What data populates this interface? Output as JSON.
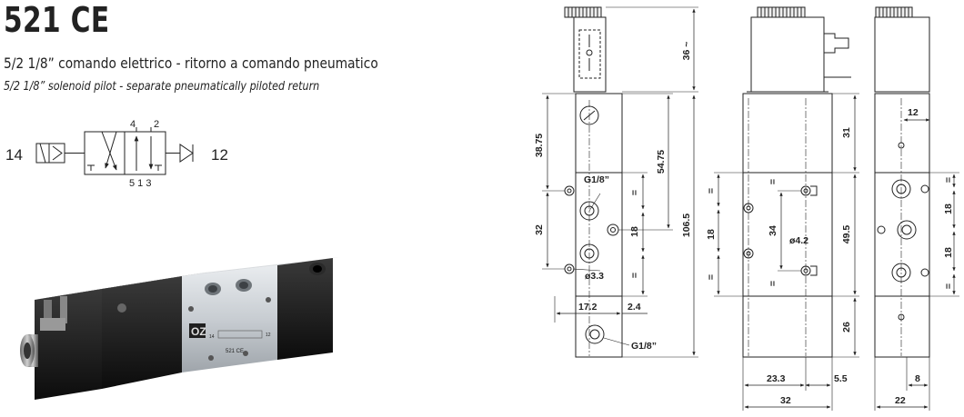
{
  "header": {
    "model": "521 CE",
    "subtitle_it": "5/2 1/8” comando elettrico - ritorno a comando pneumatico",
    "subtitle_en": "5/2 1/8” solenoid pilot - separate pneumatically piloted return"
  },
  "symbol": {
    "port_left": "14",
    "port_right": "12",
    "port_top_a": "4",
    "port_top_b": "2",
    "port_bottom": "5 1 3"
  },
  "photo": {
    "brand": "OZ",
    "label_code": "521 CE",
    "label_left": "14",
    "label_right": "12"
  },
  "dims_front": {
    "d_38_75": "38.75",
    "d_54_75": "54.75",
    "d_106_5": "106.5",
    "d_32": "32",
    "d_18": "18",
    "port_g18_top": "G1/8”",
    "hole_d33": "ø3.3",
    "d_17_2": "17.2",
    "d_2_4": "2.4",
    "port_g18_bottom": "G1/8”",
    "d_36": "36 ~",
    "eq": "="
  },
  "dims_side": {
    "d_31": "31",
    "d_49_5": "49.5",
    "d_26": "26",
    "d_34": "34",
    "d_18": "18",
    "hole_d42": "ø4.2",
    "d_23_3": "23.3",
    "d_5_5": "5.5",
    "d_32": "32",
    "eq": "="
  },
  "dims_end": {
    "d_12": "12",
    "d_18": "18",
    "d_8": "8",
    "d_22": "22",
    "eq": "="
  }
}
